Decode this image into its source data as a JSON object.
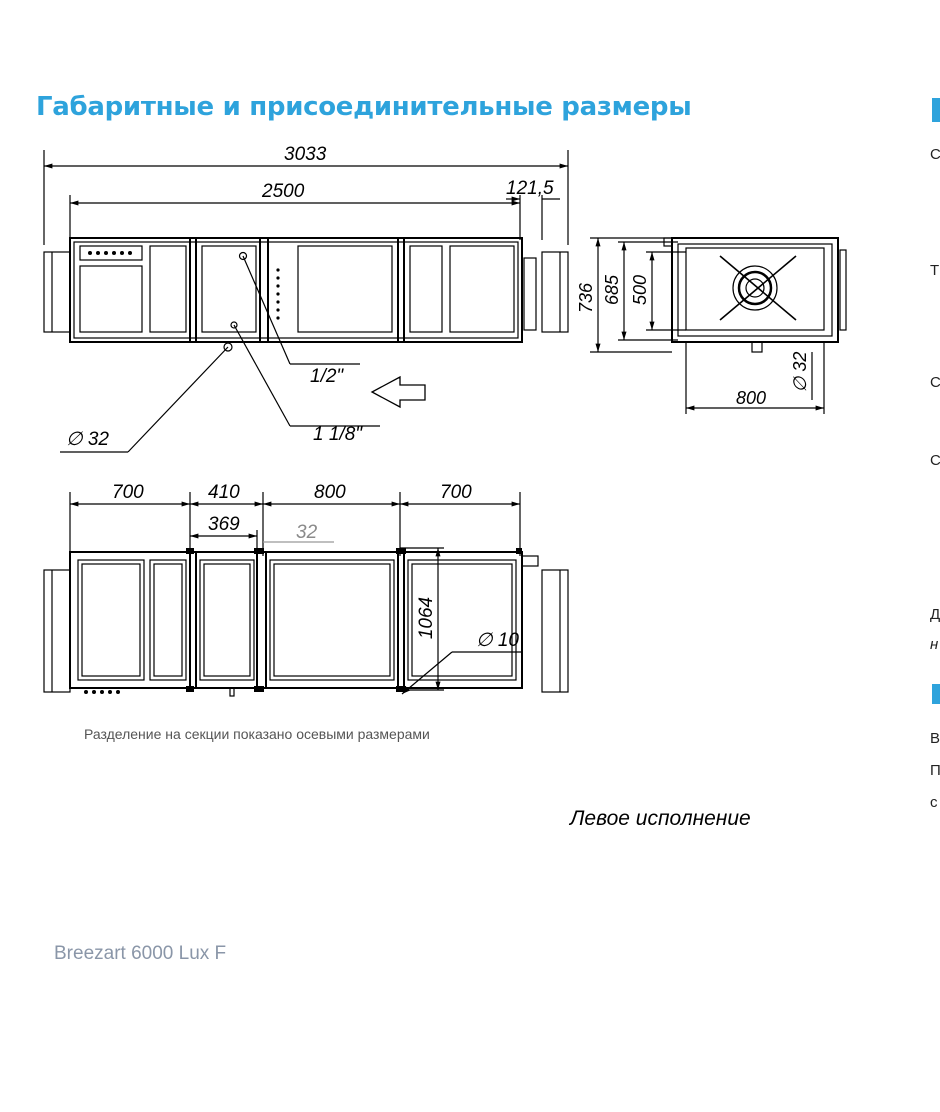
{
  "page": {
    "heading": "Габаритные и присоединительные размеры",
    "note": "Разделение на секции показано осевыми размерами",
    "variant": "Левое исполнение",
    "footer_model": "Breezart 6000 Lux F"
  },
  "side_cut": {
    "letters": [
      "С",
      "Т",
      "С",
      "С",
      "Д",
      "н",
      "В",
      "П",
      "с"
    ]
  },
  "top_view": {
    "overall_length": "3033",
    "body_length": "2500",
    "flange": "121,5",
    "pipe_a": "1/2\"",
    "pipe_b": "1 1/8\"",
    "drain": "∅ 32"
  },
  "end_view": {
    "height_total": "736",
    "height_body": "685",
    "height_duct": "500",
    "width": "800",
    "drain": "∅ 32"
  },
  "front_view": {
    "sections": [
      "700",
      "410",
      "800",
      "700"
    ],
    "sub_section": "369",
    "gap": "32",
    "height": "1064",
    "bolt": "∅ 10"
  }
}
